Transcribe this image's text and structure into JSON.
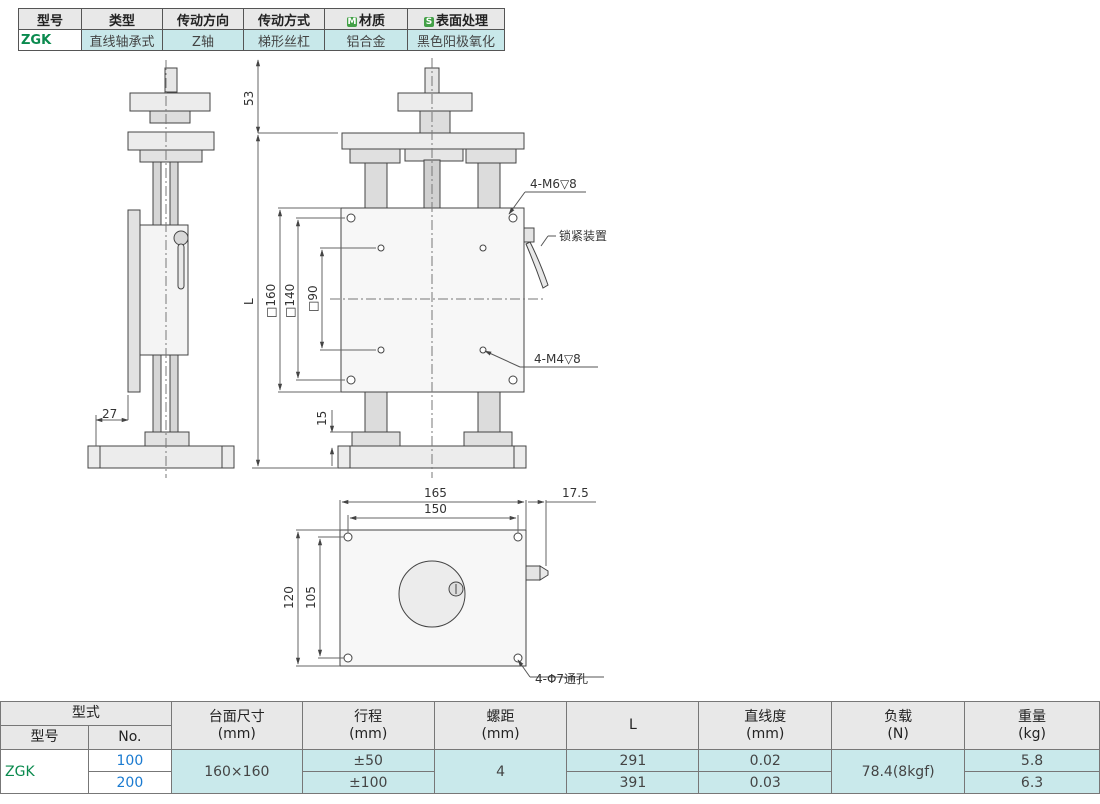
{
  "spec": {
    "headers": [
      "型号",
      "类型",
      "传动方向",
      "传动方式",
      "材质",
      "表面处理"
    ],
    "tag_m": "M",
    "tag_s": "S",
    "values": [
      "ZGK",
      "直线轴承式",
      "Z轴",
      "梯形丝杠",
      "铝合金",
      "黑色阳极氧化"
    ]
  },
  "drawing": {
    "dim_53": "53",
    "dim_L": "L",
    "dim_27": "27",
    "dim_15": "15",
    "sq_160": "□160",
    "sq_140": "□140",
    "sq_90": "□90",
    "callout_m6": "4-M6▽8",
    "callout_lock": "锁紧装置",
    "callout_m4": "4-M4▽8",
    "dim_165": "165",
    "dim_150": "150",
    "dim_17_5": "17.5",
    "dim_120": "120",
    "dim_105": "105",
    "callout_hole": "4-Φ7通孔"
  },
  "table": {
    "h_model_type": "型式",
    "h_model_no": "型号",
    "h_no": "No.",
    "h_table_size": "台面尺寸",
    "h_stroke": "行程",
    "h_pitch": "螺距",
    "h_L": "L",
    "h_straight": "直线度",
    "h_load": "负载",
    "h_weight": "重量",
    "u_mm1": "(mm)",
    "u_mm2": "(mm)",
    "u_mm3": "(mm)",
    "u_mm4": "(mm)",
    "u_N": "(N)",
    "u_kg": "(kg)",
    "model": "ZGK",
    "table_size": "160×160",
    "pitch": "4",
    "load": "78.4(8kgf)",
    "rows": [
      {
        "no": "100",
        "stroke": "±50",
        "L": "291",
        "straightness": "0.02",
        "weight": "5.8"
      },
      {
        "no": "200",
        "stroke": "±100",
        "L": "391",
        "straightness": "0.03",
        "weight": "6.3"
      }
    ]
  }
}
